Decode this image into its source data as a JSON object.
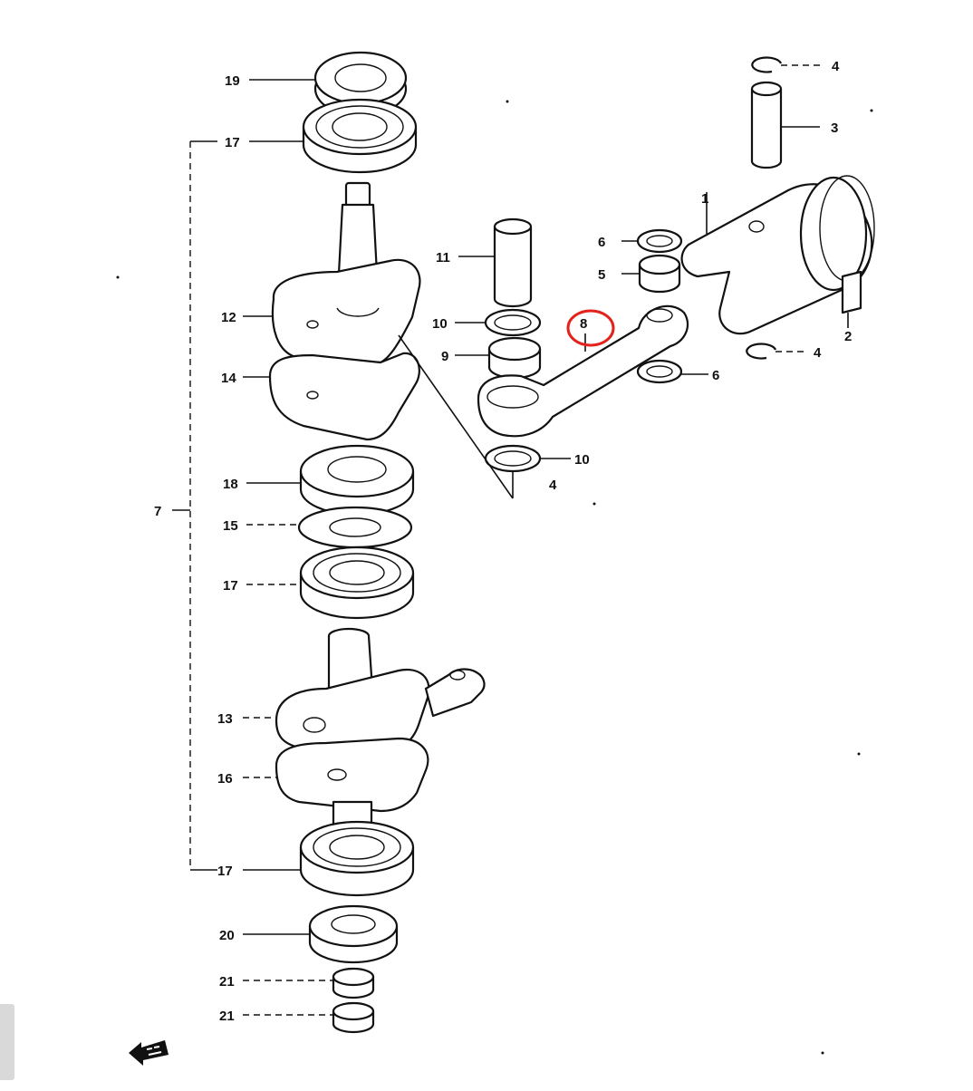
{
  "diagram": {
    "highlight_color": "#e3231b",
    "line_color": "#111111",
    "labels": {
      "l1": "1",
      "l2": "2",
      "l3": "3",
      "l4a": "4",
      "l4b": "4",
      "l5": "5",
      "l6a": "6",
      "l6b": "6",
      "l7": "7",
      "l8": "8",
      "l9": "9",
      "l10a": "10",
      "l10b": "10",
      "l11": "11",
      "l12": "12",
      "l13": "13",
      "l14": "14",
      "l15": "15",
      "l16": "16",
      "l17a": "17",
      "l17b": "17",
      "l17c": "17",
      "l18": "18",
      "l19": "19",
      "l20": "20",
      "l21a": "21",
      "l21b": "21",
      "l4c": "4"
    },
    "front_arrow_icon": "front-arrow-icon"
  }
}
